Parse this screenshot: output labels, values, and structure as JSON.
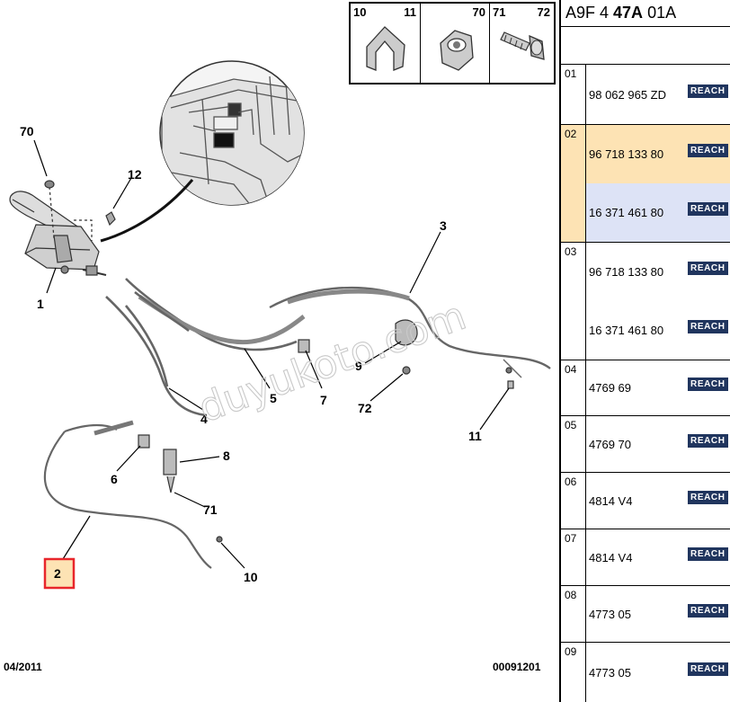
{
  "reference": {
    "prefix": "A9F 4 ",
    "bold": "47A",
    "suffix": " 01A"
  },
  "legend": [
    {
      "id": "10-11",
      "left": "10",
      "right": "11",
      "icon": "clip-icon"
    },
    {
      "id": "70",
      "left": "",
      "right": "70",
      "icon": "nut-icon"
    },
    {
      "id": "71-72",
      "left": "71",
      "right": "72",
      "icon": "bolt-icon"
    }
  ],
  "callouts": [
    "70",
    "12",
    "1",
    "3",
    "4",
    "5",
    "6",
    "7",
    "8",
    "9",
    "71",
    "72",
    "11",
    "2",
    "10"
  ],
  "highlighted_part": "2",
  "watermark": "duyukoto.com",
  "footer": {
    "date": "04/2011",
    "code": "00091201"
  },
  "reach_label": "REACH",
  "groups": [
    {
      "num": "01",
      "bg": "#ffffff",
      "rows": [
        {
          "pn": "98 062 965 ZD",
          "bg": "#ffffff"
        }
      ]
    },
    {
      "num": "02",
      "bg": "#fde3b4",
      "rows": [
        {
          "pn": "96 718 133 80",
          "bg": "#fde3b4"
        },
        {
          "pn": "16 371 461 80",
          "bg": "#dde3f6"
        }
      ]
    },
    {
      "num": "03",
      "bg": "#ffffff",
      "rows": [
        {
          "pn": "96 718 133 80",
          "bg": "#ffffff"
        },
        {
          "pn": "16 371 461 80",
          "bg": "#ffffff"
        }
      ]
    },
    {
      "num": "04",
      "bg": "#ffffff",
      "rows": [
        {
          "pn": "4769 69",
          "bg": "#ffffff"
        }
      ]
    },
    {
      "num": "05",
      "bg": "#ffffff",
      "rows": [
        {
          "pn": "4769 70",
          "bg": "#ffffff"
        }
      ]
    },
    {
      "num": "06",
      "bg": "#ffffff",
      "rows": [
        {
          "pn": "4814 V4",
          "bg": "#ffffff"
        }
      ]
    },
    {
      "num": "07",
      "bg": "#ffffff",
      "rows": [
        {
          "pn": "4814 V4",
          "bg": "#ffffff"
        }
      ]
    },
    {
      "num": "08",
      "bg": "#ffffff",
      "rows": [
        {
          "pn": "4773 05",
          "bg": "#ffffff"
        }
      ]
    },
    {
      "num": "09",
      "bg": "#ffffff",
      "rows": [
        {
          "pn": "4773 05",
          "bg": "#ffffff"
        }
      ]
    }
  ],
  "colors": {
    "reach_bg": "#20355e",
    "highlight_border": "#e8262b",
    "highlight_fill": "#fde3b4",
    "watermark": "#c9c9c9"
  }
}
